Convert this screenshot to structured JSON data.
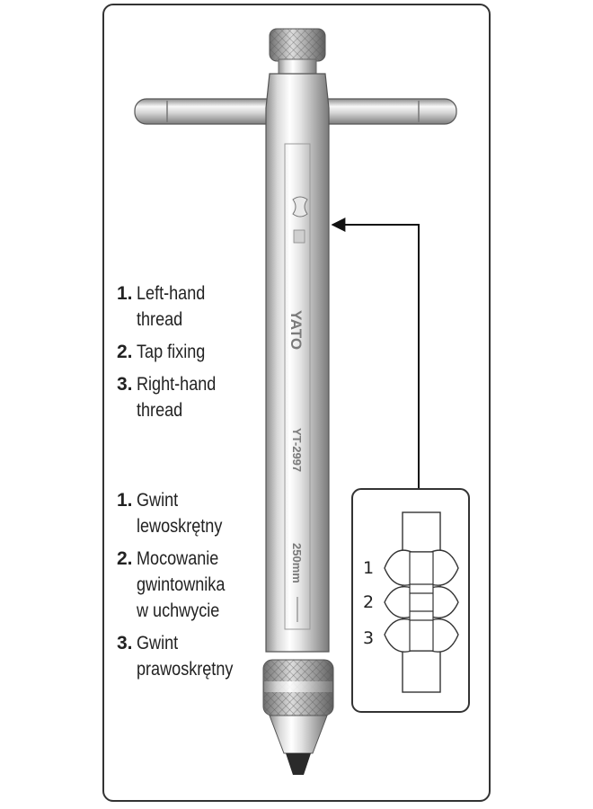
{
  "legend_en": [
    {
      "num": "1.",
      "text": [
        "Left-hand",
        "thread"
      ]
    },
    {
      "num": "2.",
      "text": [
        "Tap fixing"
      ]
    },
    {
      "num": "3.",
      "text": [
        "Right-hand",
        "thread"
      ]
    }
  ],
  "legend_pl": [
    {
      "num": "1.",
      "text": [
        "Gwint",
        "lewoskrętny"
      ]
    },
    {
      "num": "2.",
      "text": [
        "Mocowanie",
        "gwintownika",
        "w uchwycie"
      ]
    },
    {
      "num": "3.",
      "text": [
        "Gwint",
        "prawoskrętny"
      ]
    }
  ],
  "tool": {
    "brand": "YATO",
    "model": "YT-2997",
    "length": "250mm"
  },
  "detail": {
    "labels": [
      "1",
      "2",
      "3"
    ]
  },
  "colors": {
    "frame": "#333333",
    "arrow": "#111111",
    "metal_light": "#f4f4f4",
    "metal_dark": "#9a9a9a"
  }
}
